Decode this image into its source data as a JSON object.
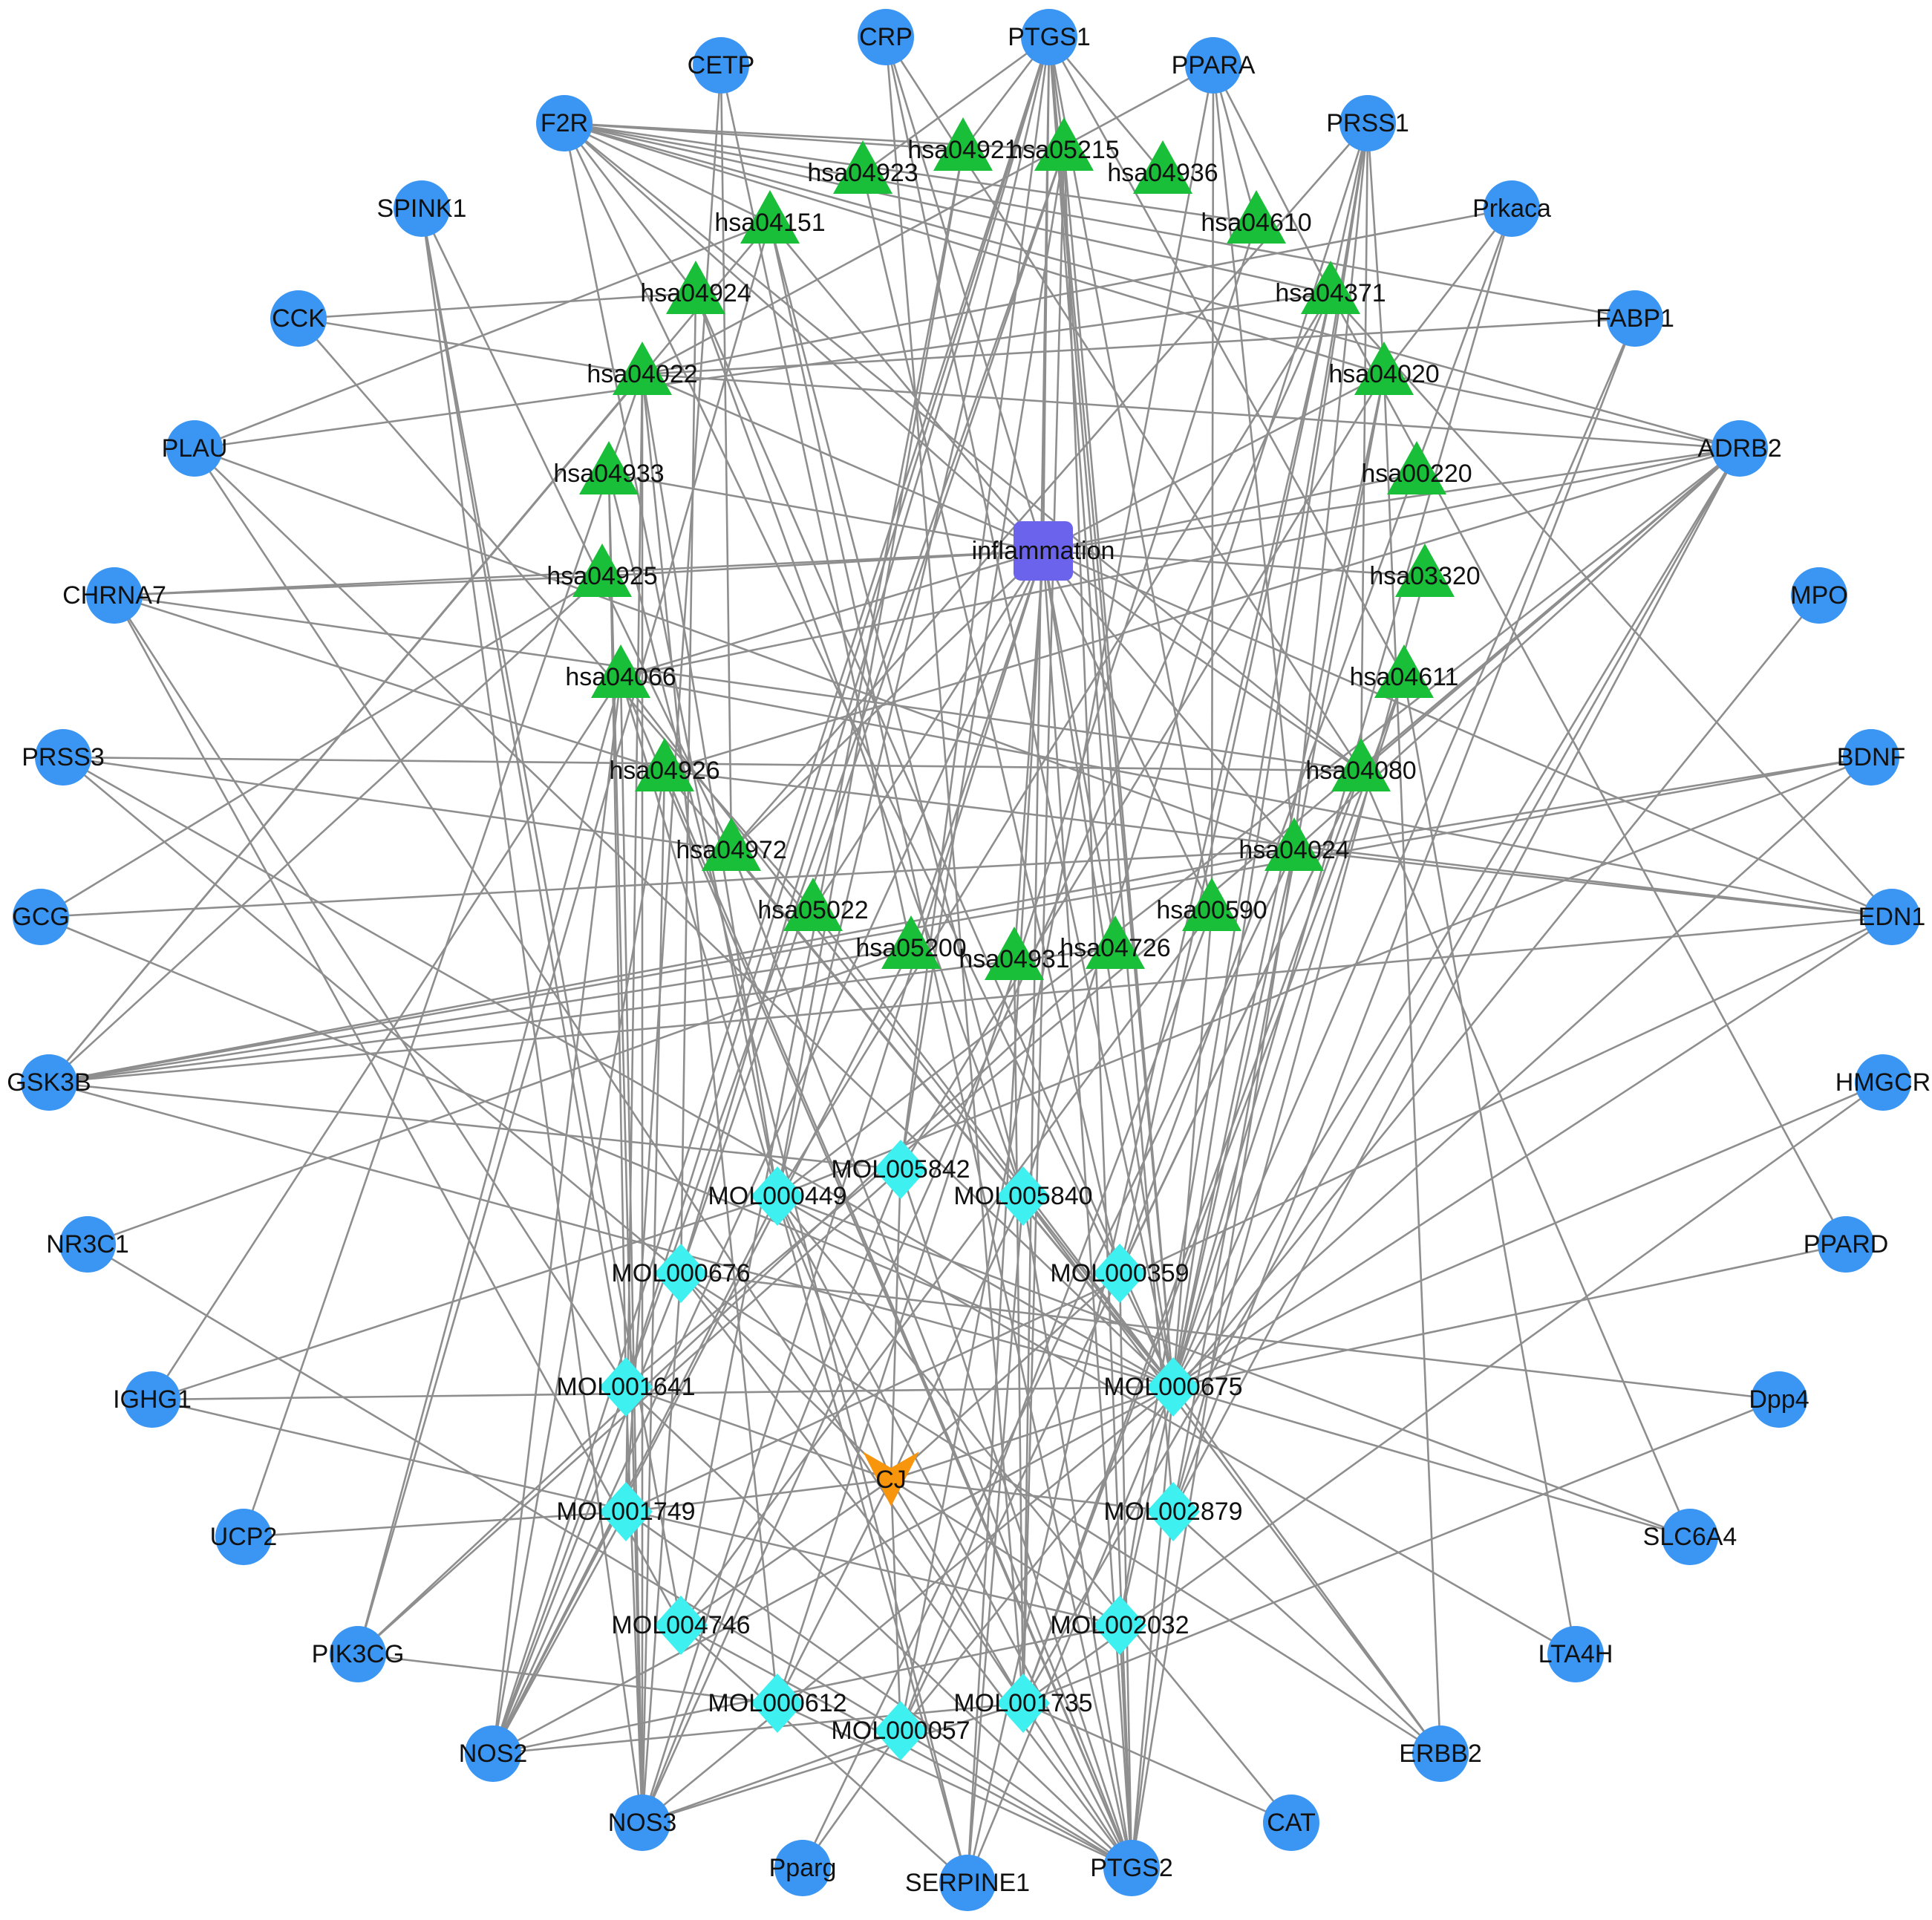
{
  "colors": {
    "gene": "#3b96f3",
    "pathway": "#19bf38",
    "compound": "#3ff0f0",
    "hub": "#6b63ec",
    "herb": "#f7950c",
    "edge": "#8e8e8e"
  },
  "shapes": {
    "gene": "circle",
    "pathway": "triangle",
    "compound": "diamond",
    "hub": "rounded-square",
    "herb": "v-arrow"
  },
  "nodes": [
    {
      "id": "CRP",
      "label": "CRP",
      "type": "gene"
    },
    {
      "id": "PTGS1",
      "label": "PTGS1",
      "type": "gene"
    },
    {
      "id": "CETP",
      "label": "CETP",
      "type": "gene"
    },
    {
      "id": "PPARA",
      "label": "PPARA",
      "type": "gene"
    },
    {
      "id": "F2R",
      "label": "F2R",
      "type": "gene"
    },
    {
      "id": "PRSS1",
      "label": "PRSS1",
      "type": "gene"
    },
    {
      "id": "SPINK1",
      "label": "SPINK1",
      "type": "gene"
    },
    {
      "id": "Prkaca",
      "label": "Prkaca",
      "type": "gene"
    },
    {
      "id": "CCK",
      "label": "CCK",
      "type": "gene"
    },
    {
      "id": "FABP1",
      "label": "FABP1",
      "type": "gene"
    },
    {
      "id": "PLAU",
      "label": "PLAU",
      "type": "gene"
    },
    {
      "id": "ADRB2",
      "label": "ADRB2",
      "type": "gene"
    },
    {
      "id": "CHRNA7",
      "label": "CHRNA7",
      "type": "gene"
    },
    {
      "id": "MPO",
      "label": "MPO",
      "type": "gene"
    },
    {
      "id": "PRSS3",
      "label": "PRSS3",
      "type": "gene"
    },
    {
      "id": "BDNF",
      "label": "BDNF",
      "type": "gene"
    },
    {
      "id": "GCG",
      "label": "GCG",
      "type": "gene"
    },
    {
      "id": "EDN1",
      "label": "EDN1",
      "type": "gene"
    },
    {
      "id": "GSK3B",
      "label": "GSK3B",
      "type": "gene"
    },
    {
      "id": "HMGCR",
      "label": "HMGCR",
      "type": "gene"
    },
    {
      "id": "NR3C1",
      "label": "NR3C1",
      "type": "gene"
    },
    {
      "id": "PPARD",
      "label": "PPARD",
      "type": "gene"
    },
    {
      "id": "IGHG1",
      "label": "IGHG1",
      "type": "gene"
    },
    {
      "id": "Dpp4",
      "label": "Dpp4",
      "type": "gene"
    },
    {
      "id": "UCP2",
      "label": "UCP2",
      "type": "gene"
    },
    {
      "id": "SLC6A4",
      "label": "SLC6A4",
      "type": "gene"
    },
    {
      "id": "PIK3CG",
      "label": "PIK3CG",
      "type": "gene"
    },
    {
      "id": "LTA4H",
      "label": "LTA4H",
      "type": "gene"
    },
    {
      "id": "NOS2",
      "label": "NOS2",
      "type": "gene"
    },
    {
      "id": "ERBB2",
      "label": "ERBB2",
      "type": "gene"
    },
    {
      "id": "NOS3",
      "label": "NOS3",
      "type": "gene"
    },
    {
      "id": "CAT",
      "label": "CAT",
      "type": "gene"
    },
    {
      "id": "Pparg",
      "label": "Pparg",
      "type": "gene"
    },
    {
      "id": "SERPINE1",
      "label": "SERPINE1",
      "type": "gene"
    },
    {
      "id": "PTGS2",
      "label": "PTGS2",
      "type": "gene"
    },
    {
      "id": "hsa04921",
      "label": "hsa04921",
      "type": "pathway"
    },
    {
      "id": "hsa05215",
      "label": "hsa05215",
      "type": "pathway"
    },
    {
      "id": "hsa04923",
      "label": "hsa04923",
      "type": "pathway"
    },
    {
      "id": "hsa04936",
      "label": "hsa04936",
      "type": "pathway"
    },
    {
      "id": "hsa04151",
      "label": "hsa04151",
      "type": "pathway"
    },
    {
      "id": "hsa04610",
      "label": "hsa04610",
      "type": "pathway"
    },
    {
      "id": "hsa04924",
      "label": "hsa04924",
      "type": "pathway"
    },
    {
      "id": "hsa04371",
      "label": "hsa04371",
      "type": "pathway"
    },
    {
      "id": "hsa04022",
      "label": "hsa04022",
      "type": "pathway"
    },
    {
      "id": "hsa04020",
      "label": "hsa04020",
      "type": "pathway"
    },
    {
      "id": "hsa04933",
      "label": "hsa04933",
      "type": "pathway"
    },
    {
      "id": "hsa00220",
      "label": "hsa00220",
      "type": "pathway"
    },
    {
      "id": "hsa04925",
      "label": "hsa04925",
      "type": "pathway"
    },
    {
      "id": "hsa03320",
      "label": "hsa03320",
      "type": "pathway"
    },
    {
      "id": "hsa04066",
      "label": "hsa04066",
      "type": "pathway"
    },
    {
      "id": "hsa04611",
      "label": "hsa04611",
      "type": "pathway"
    },
    {
      "id": "hsa04926",
      "label": "hsa04926",
      "type": "pathway"
    },
    {
      "id": "hsa04080",
      "label": "hsa04080",
      "type": "pathway"
    },
    {
      "id": "hsa04972",
      "label": "hsa04972",
      "type": "pathway"
    },
    {
      "id": "hsa04024",
      "label": "hsa04024",
      "type": "pathway"
    },
    {
      "id": "hsa05022",
      "label": "hsa05022",
      "type": "pathway"
    },
    {
      "id": "hsa00590",
      "label": "hsa00590",
      "type": "pathway"
    },
    {
      "id": "hsa05200",
      "label": "hsa05200",
      "type": "pathway"
    },
    {
      "id": "hsa04931",
      "label": "hsa04931",
      "type": "pathway"
    },
    {
      "id": "hsa04726",
      "label": "hsa04726",
      "type": "pathway"
    },
    {
      "id": "inflammation",
      "label": "inflammation",
      "type": "hub"
    },
    {
      "id": "MOL005842",
      "label": "MOL005842",
      "type": "compound"
    },
    {
      "id": "MOL000449",
      "label": "MOL000449",
      "type": "compound"
    },
    {
      "id": "MOL005840",
      "label": "MOL005840",
      "type": "compound"
    },
    {
      "id": "MOL000676",
      "label": "MOL000676",
      "type": "compound"
    },
    {
      "id": "MOL000359",
      "label": "MOL000359",
      "type": "compound"
    },
    {
      "id": "MOL001641",
      "label": "MOL001641",
      "type": "compound"
    },
    {
      "id": "MOL000675",
      "label": "MOL000675",
      "type": "compound"
    },
    {
      "id": "MOL001749",
      "label": "MOL001749",
      "type": "compound"
    },
    {
      "id": "MOL002879",
      "label": "MOL002879",
      "type": "compound"
    },
    {
      "id": "MOL004746",
      "label": "MOL004746",
      "type": "compound"
    },
    {
      "id": "MOL002032",
      "label": "MOL002032",
      "type": "compound"
    },
    {
      "id": "MOL000612",
      "label": "MOL000612",
      "type": "compound"
    },
    {
      "id": "MOL001735",
      "label": "MOL001735",
      "type": "compound"
    },
    {
      "id": "MOL000057",
      "label": "MOL000057",
      "type": "compound"
    },
    {
      "id": "CJ",
      "label": "CJ",
      "type": "herb"
    }
  ],
  "edges": [
    [
      "inflammation",
      "PTGS1"
    ],
    [
      "inflammation",
      "CRP"
    ],
    [
      "inflammation",
      "F2R"
    ],
    [
      "inflammation",
      "hsa04151"
    ],
    [
      "inflammation",
      "hsa04020"
    ],
    [
      "inflammation",
      "hsa00220"
    ],
    [
      "inflammation",
      "hsa04925"
    ],
    [
      "inflammation",
      "hsa03320"
    ],
    [
      "inflammation",
      "hsa04066"
    ],
    [
      "inflammation",
      "hsa04080"
    ],
    [
      "inflammation",
      "hsa04024"
    ],
    [
      "inflammation",
      "hsa04972"
    ],
    [
      "inflammation",
      "hsa05022"
    ],
    [
      "inflammation",
      "hsa04931"
    ],
    [
      "inflammation",
      "hsa04726"
    ],
    [
      "inflammation",
      "PTGS2"
    ],
    [
      "inflammation",
      "SERPINE1"
    ],
    [
      "inflammation",
      "NOS3"
    ],
    [
      "inflammation",
      "CHRNA7"
    ],
    [
      "inflammation",
      "ADRB2"
    ],
    [
      "inflammation",
      "hsa04933"
    ],
    [
      "inflammation",
      "hsa00590"
    ],
    [
      "inflammation",
      "MOL000675"
    ],
    [
      "inflammation",
      "NOS2"
    ],
    [
      "inflammation",
      "hsa05200"
    ],
    [
      "PTGS1",
      "hsa04921"
    ],
    [
      "PTGS1",
      "hsa05215"
    ],
    [
      "PTGS1",
      "hsa04923"
    ],
    [
      "PTGS1",
      "hsa04936"
    ],
    [
      "PTGS1",
      "hsa04726"
    ],
    [
      "PTGS1",
      "hsa00590"
    ],
    [
      "PTGS1",
      "MOL000449"
    ],
    [
      "PTGS1",
      "MOL005842"
    ],
    [
      "PTGS1",
      "MOL000676"
    ],
    [
      "PTGS1",
      "MOL001641"
    ],
    [
      "PTGS1",
      "MOL000675"
    ],
    [
      "PTGS1",
      "MOL002879"
    ],
    [
      "PTGS1",
      "hsa04611"
    ],
    [
      "PTGS1",
      "NOS2"
    ],
    [
      "PTGS1",
      "MOL001735"
    ],
    [
      "PPARA",
      "hsa04610"
    ],
    [
      "PPARA",
      "hsa04371"
    ],
    [
      "PPARA",
      "hsa04024"
    ],
    [
      "PPARA",
      "hsa00590"
    ],
    [
      "PPARA",
      "MOL000057"
    ],
    [
      "PPARA",
      "hsa04022"
    ],
    [
      "PRSS1",
      "hsa04020"
    ],
    [
      "PRSS1",
      "hsa04080"
    ],
    [
      "PRSS1",
      "hsa04024"
    ],
    [
      "PRSS1",
      "MOL005840"
    ],
    [
      "PRSS1",
      "MOL000359"
    ],
    [
      "PRSS1",
      "MOL000675"
    ],
    [
      "PRSS1",
      "hsa04972"
    ],
    [
      "PRSS1",
      "MOL002032"
    ],
    [
      "F2R",
      "hsa04921"
    ],
    [
      "F2R",
      "hsa05215"
    ],
    [
      "F2R",
      "hsa04151"
    ],
    [
      "F2R",
      "hsa04924"
    ],
    [
      "F2R",
      "hsa04080"
    ],
    [
      "F2R",
      "hsa04610"
    ],
    [
      "F2R",
      "hsa04371"
    ],
    [
      "F2R",
      "hsa04020"
    ],
    [
      "F2R",
      "MOL000675"
    ],
    [
      "F2R",
      "MOL000449"
    ],
    [
      "F2R",
      "ADRB2"
    ],
    [
      "F2R",
      "FABP1"
    ],
    [
      "SPINK1",
      "hsa04972"
    ],
    [
      "SPINK1",
      "NOS3"
    ],
    [
      "SPINK1",
      "MOL001641"
    ],
    [
      "SPINK1",
      "MOL004746"
    ],
    [
      "CCK",
      "hsa04022"
    ],
    [
      "CCK",
      "hsa05022"
    ],
    [
      "CCK",
      "hsa04924"
    ],
    [
      "CETP",
      "hsa05200"
    ],
    [
      "CETP",
      "hsa04972"
    ],
    [
      "CETP",
      "MOL001749"
    ],
    [
      "CRP",
      "hsa04080"
    ],
    [
      "CRP",
      "MOL000675"
    ],
    [
      "CRP",
      "MOL001735"
    ],
    [
      "Prkaca",
      "hsa04020"
    ],
    [
      "Prkaca",
      "MOL000675"
    ],
    [
      "Prkaca",
      "MOL000359"
    ],
    [
      "Prkaca",
      "hsa04022"
    ],
    [
      "FABP1",
      "MOL002879"
    ],
    [
      "FABP1",
      "MOL000675"
    ],
    [
      "FABP1",
      "hsa04022"
    ],
    [
      "PLAU",
      "hsa04151"
    ],
    [
      "PLAU",
      "hsa04371"
    ],
    [
      "PLAU",
      "MOL000675"
    ],
    [
      "PLAU",
      "hsa04024"
    ],
    [
      "PLAU",
      "MOL001735"
    ],
    [
      "ADRB2",
      "hsa04020"
    ],
    [
      "ADRB2",
      "hsa04024"
    ],
    [
      "ADRB2",
      "hsa04080"
    ],
    [
      "ADRB2",
      "MOL000675"
    ],
    [
      "ADRB2",
      "MOL000449"
    ],
    [
      "ADRB2",
      "MOL001641"
    ],
    [
      "ADRB2",
      "MOL002879"
    ],
    [
      "ADRB2",
      "hsa04022"
    ],
    [
      "ADRB2",
      "hsa04066"
    ],
    [
      "ADRB2",
      "MOL001735"
    ],
    [
      "ADRB2",
      "hsa04926"
    ],
    [
      "CHRNA7",
      "hsa04925"
    ],
    [
      "CHRNA7",
      "hsa04926"
    ],
    [
      "CHRNA7",
      "hsa04080"
    ],
    [
      "CHRNA7",
      "MOL004746"
    ],
    [
      "CHRNA7",
      "MOL001641"
    ],
    [
      "MPO",
      "MOL000057"
    ],
    [
      "PRSS3",
      "hsa04080"
    ],
    [
      "PRSS3",
      "hsa04972"
    ],
    [
      "PRSS3",
      "MOL000675"
    ],
    [
      "PRSS3",
      "MOL000676"
    ],
    [
      "BDNF",
      "hsa04024"
    ],
    [
      "BDNF",
      "MOL000675"
    ],
    [
      "BDNF",
      "GSK3B"
    ],
    [
      "BDNF",
      "MOL000449"
    ],
    [
      "GCG",
      "hsa04024"
    ],
    [
      "GCG",
      "MOL000675"
    ],
    [
      "GCG",
      "hsa04925"
    ],
    [
      "EDN1",
      "hsa04066"
    ],
    [
      "EDN1",
      "hsa04926"
    ],
    [
      "EDN1",
      "hsa04024"
    ],
    [
      "EDN1",
      "hsa04022"
    ],
    [
      "EDN1",
      "MOL000675"
    ],
    [
      "EDN1",
      "MOL001749"
    ],
    [
      "EDN1",
      "GSK3B"
    ],
    [
      "EDN1",
      "hsa04371"
    ],
    [
      "GSK3B",
      "hsa05200"
    ],
    [
      "GSK3B",
      "hsa04925"
    ],
    [
      "GSK3B",
      "hsa04151"
    ],
    [
      "GSK3B",
      "hsa04024"
    ],
    [
      "GSK3B",
      "hsa04022"
    ],
    [
      "GSK3B",
      "MOL000675"
    ],
    [
      "GSK3B",
      "MOL005842"
    ],
    [
      "GSK3B",
      "hsa04726"
    ],
    [
      "HMGCR",
      "MOL000675"
    ],
    [
      "HMGCR",
      "MOL001735"
    ],
    [
      "NR3C1",
      "hsa05200"
    ],
    [
      "NR3C1",
      "MOL000057"
    ],
    [
      "PPARD",
      "hsa04371"
    ],
    [
      "PPARD",
      "MOL000675"
    ],
    [
      "IGHG1",
      "hsa04066"
    ],
    [
      "IGHG1",
      "MOL000675"
    ],
    [
      "IGHG1",
      "MOL000449"
    ],
    [
      "IGHG1",
      "MOL002032"
    ],
    [
      "Dpp4",
      "MOL000676"
    ],
    [
      "Dpp4",
      "MOL001735"
    ],
    [
      "UCP2",
      "hsa04022"
    ],
    [
      "UCP2",
      "MOL001749"
    ],
    [
      "SLC6A4",
      "MOL000675"
    ],
    [
      "SLC6A4",
      "MOL000449"
    ],
    [
      "SLC6A4",
      "hsa04080"
    ],
    [
      "PIK3CG",
      "hsa04151"
    ],
    [
      "PIK3CG",
      "hsa04066"
    ],
    [
      "PIK3CG",
      "MOL000612"
    ],
    [
      "PIK3CG",
      "hsa04726"
    ],
    [
      "PIK3CG",
      "MOL005842"
    ],
    [
      "LTA4H",
      "MOL000449"
    ],
    [
      "LTA4H",
      "hsa04611"
    ],
    [
      "NOS2",
      "hsa04926"
    ],
    [
      "NOS2",
      "hsa05200"
    ],
    [
      "NOS2",
      "hsa04066"
    ],
    [
      "NOS2",
      "MOL000449"
    ],
    [
      "NOS2",
      "MOL000676"
    ],
    [
      "NOS2",
      "MOL000675"
    ],
    [
      "NOS2",
      "MOL001641"
    ],
    [
      "NOS2",
      "MOL001749"
    ],
    [
      "NOS2",
      "MOL001735"
    ],
    [
      "NOS2",
      "MOL002032"
    ],
    [
      "ERBB2",
      "MOL000675"
    ],
    [
      "ERBB2",
      "MOL005840"
    ],
    [
      "ERBB2",
      "MOL000676"
    ],
    [
      "ERBB2",
      "hsa04020"
    ],
    [
      "ERBB2",
      "MOL002879"
    ],
    [
      "NOS3",
      "hsa04926"
    ],
    [
      "NOS3",
      "hsa04022"
    ],
    [
      "NOS3",
      "hsa04066"
    ],
    [
      "NOS3",
      "hsa04933"
    ],
    [
      "NOS3",
      "MOL001641"
    ],
    [
      "NOS3",
      "MOL000675"
    ],
    [
      "NOS3",
      "MOL005842"
    ],
    [
      "NOS3",
      "MOL000676"
    ],
    [
      "NOS3",
      "MOL001735"
    ],
    [
      "NOS3",
      "hsa04371"
    ],
    [
      "NOS3",
      "MOL000057"
    ],
    [
      "CAT",
      "MOL001735"
    ],
    [
      "CAT",
      "MOL000449"
    ],
    [
      "Pparg",
      "MOL000057"
    ],
    [
      "Pparg",
      "hsa04024"
    ],
    [
      "SERPINE1",
      "MOL000675"
    ],
    [
      "SERPINE1",
      "MOL005840"
    ],
    [
      "SERPINE1",
      "MOL000449"
    ],
    [
      "SERPINE1",
      "hsa04371"
    ],
    [
      "SERPINE1",
      "MOL004746"
    ],
    [
      "SERPINE1",
      "hsa04933"
    ],
    [
      "PTGS2",
      "MOL000675"
    ],
    [
      "PTGS2",
      "MOL000449"
    ],
    [
      "PTGS2",
      "MOL000676"
    ],
    [
      "PTGS2",
      "MOL005840"
    ],
    [
      "PTGS2",
      "MOL000359"
    ],
    [
      "PTGS2",
      "MOL001641"
    ],
    [
      "PTGS2",
      "MOL001749"
    ],
    [
      "PTGS2",
      "MOL004746"
    ],
    [
      "PTGS2",
      "MOL002032"
    ],
    [
      "PTGS2",
      "MOL001735"
    ],
    [
      "PTGS2",
      "MOL000057"
    ],
    [
      "PTGS2",
      "MOL000612"
    ],
    [
      "PTGS2",
      "MOL002879"
    ],
    [
      "PTGS2",
      "MOL005842"
    ],
    [
      "PTGS2",
      "hsa04926"
    ],
    [
      "PTGS2",
      "hsa04972"
    ],
    [
      "PTGS2",
      "hsa04066"
    ],
    [
      "PTGS2",
      "hsa04151"
    ],
    [
      "PTGS2",
      "hsa04024"
    ],
    [
      "PTGS2",
      "hsa05215"
    ],
    [
      "CJ",
      "MOL005842"
    ],
    [
      "CJ",
      "MOL000449"
    ],
    [
      "CJ",
      "MOL005840"
    ],
    [
      "CJ",
      "MOL000676"
    ],
    [
      "CJ",
      "MOL000359"
    ],
    [
      "CJ",
      "MOL001641"
    ],
    [
      "CJ",
      "MOL000675"
    ],
    [
      "CJ",
      "MOL001749"
    ],
    [
      "CJ",
      "MOL002879"
    ],
    [
      "CJ",
      "MOL004746"
    ],
    [
      "CJ",
      "MOL002032"
    ],
    [
      "CJ",
      "MOL000612"
    ],
    [
      "CJ",
      "MOL001735"
    ],
    [
      "CJ",
      "MOL000057"
    ],
    [
      "MOL000449",
      "hsa04066"
    ],
    [
      "MOL000449",
      "hsa04022"
    ],
    [
      "MOL000449",
      "hsa04921"
    ],
    [
      "MOL000449",
      "hsa04371"
    ],
    [
      "MOL005842",
      "hsa05215"
    ],
    [
      "MOL005842",
      "hsa04020"
    ],
    [
      "MOL005840",
      "hsa04151"
    ],
    [
      "MOL005840",
      "hsa04924"
    ],
    [
      "MOL000359",
      "hsa04080"
    ],
    [
      "MOL000359",
      "hsa04923"
    ],
    [
      "MOL001641",
      "hsa04933"
    ],
    [
      "MOL001641",
      "hsa05215"
    ],
    [
      "MOL000675",
      "hsa04066"
    ],
    [
      "MOL000675",
      "hsa04924"
    ],
    [
      "MOL000675",
      "hsa04926"
    ],
    [
      "MOL000675",
      "hsa04972"
    ],
    [
      "MOL000675",
      "hsa05022"
    ],
    [
      "MOL000675",
      "hsa05215"
    ],
    [
      "MOL000675",
      "hsa00590"
    ],
    [
      "MOL000675",
      "hsa04020"
    ],
    [
      "MOL000675",
      "hsa04611"
    ],
    [
      "MOL001735",
      "hsa04080"
    ],
    [
      "MOL001735",
      "hsa04931"
    ],
    [
      "MOL001735",
      "hsa04611"
    ],
    [
      "MOL001735",
      "hsa05215"
    ],
    [
      "MOL002879",
      "hsa03320"
    ],
    [
      "MOL002879",
      "hsa04020"
    ],
    [
      "MOL001749",
      "hsa04022"
    ],
    [
      "MOL002032",
      "hsa04024"
    ],
    [
      "MOL000612",
      "hsa04610"
    ],
    [
      "MOL000612",
      "hsa04022"
    ],
    [
      "MOL000057",
      "hsa00590"
    ],
    [
      "MOL000057",
      "hsa04080"
    ],
    [
      "MOL004746",
      "hsa00590"
    ],
    [
      "MOL004746",
      "hsa04921"
    ],
    [
      "MOL000676",
      "hsa04924"
    ],
    [
      "MOL000676",
      "hsa05215"
    ]
  ]
}
